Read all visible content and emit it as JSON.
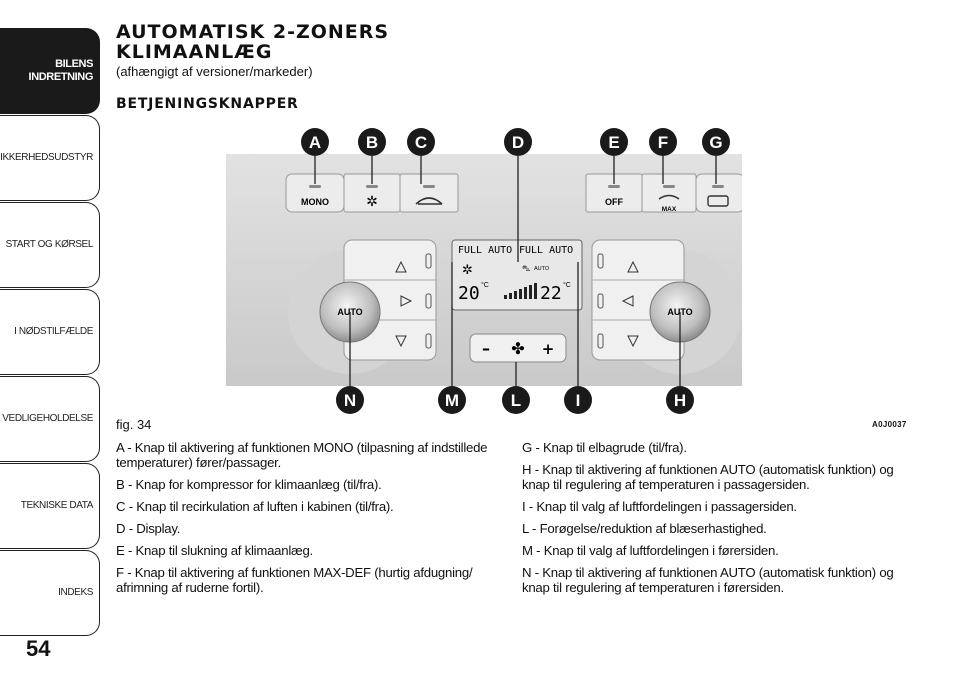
{
  "sidebar": {
    "tabs": [
      {
        "label": "BILENS\nINDRETNING",
        "active": true
      },
      {
        "label": "SIKKERHEDSUDSTYR",
        "active": false
      },
      {
        "label": "START OG KØRSEL",
        "active": false
      },
      {
        "label": "I NØDSTILFÆLDE",
        "active": false
      },
      {
        "label": "VEDLIGEHOLDELSE",
        "active": false
      },
      {
        "label": "TEKNISKE DATA",
        "active": false
      },
      {
        "label": "INDEKS",
        "active": false
      }
    ],
    "page_number": "54"
  },
  "header": {
    "title_line1": "AUTOMATISK 2-ZONERS",
    "title_line2": "KLIMAANLÆG",
    "subtitle": "(afhængigt af versioner/markeder)",
    "section": "BETJENINGSKNAPPER"
  },
  "figure": {
    "caption": "fig. 34",
    "code": "A0J0037",
    "callout_letters": {
      "A": "A",
      "B": "B",
      "C": "C",
      "D": "D",
      "E": "E",
      "F": "F",
      "G": "G",
      "N": "N",
      "M": "M",
      "L": "L",
      "I": "I",
      "H": "H"
    },
    "panel": {
      "mono_label": "MONO",
      "off_label": "OFF",
      "max_label": "MAX",
      "auto_label": "AUTO",
      "display_full_auto_left": "FULL AUTO",
      "display_full_auto_right": "FULL AUTO",
      "display_auto_small": "AUTO",
      "temp_left": "20",
      "temp_right": "22",
      "temp_unit": "°C",
      "fan_minus": "–",
      "fan_plus": "+"
    }
  },
  "text": {
    "left": [
      "A - Knap til aktivering af funktionen MONO (tilpasning af indstillede temperaturer) fører/passager.",
      "B - Knap for kompressor for klimaanlæg (til/fra).",
      "C - Knap til recirkulation af luften i kabinen (til/fra).",
      "D - Display.",
      "E - Knap til slukning af klimaanlæg.",
      "F - Knap til aktivering af funktionen MAX-DEF (hurtig afdugning/ afrimning af ruderne fortil)."
    ],
    "right": [
      "G - Knap til elbagrude (til/fra).",
      "H - Knap til aktivering af funktionen AUTO (automatisk funktion) og knap til regulering af temperaturen i passagersiden.",
      "I - Knap til valg af luftfordelingen i passagersiden.",
      "L - Forøgelse/reduktion af blæserhastighed.",
      "M - Knap til valg af luftfordelingen i førersiden.",
      "N - Knap til aktivering af funktionen AUTO (automatisk funktion) og knap til regulering af temperaturen i førersiden."
    ]
  },
  "colors": {
    "callout_bg": "#1a1a1a",
    "panel": "#d8d8d8",
    "display": "#e8e8e8"
  }
}
